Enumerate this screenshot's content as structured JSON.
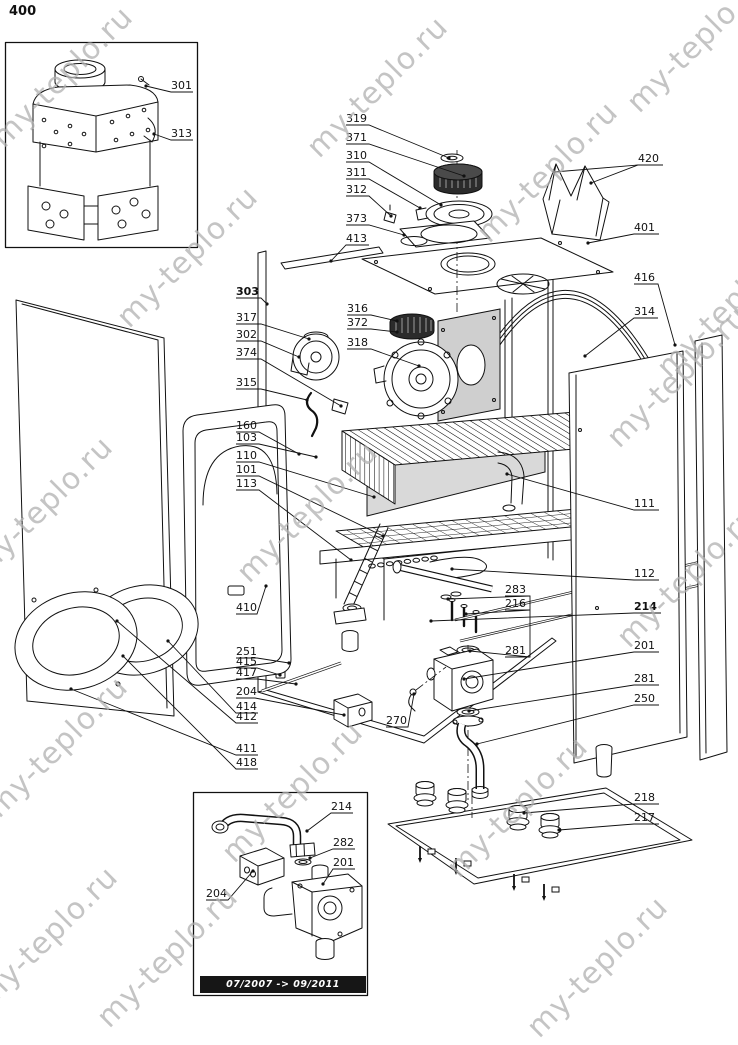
{
  "page_number": "400",
  "watermark_text": "my-teplo.ru",
  "watermark_color": "#b1b1b1",
  "date_range": "07/2007 -> 09/2011",
  "part_labels": [
    "301",
    "313",
    "319",
    "371",
    "310",
    "311",
    "312",
    "373",
    "413",
    "303",
    "317",
    "302",
    "374",
    "315",
    "316",
    "372",
    "318",
    "160",
    "103",
    "110",
    "101",
    "113",
    "410",
    "111",
    "112",
    "214",
    "201",
    "281",
    "250",
    "420",
    "401",
    "416",
    "314",
    "283",
    "216",
    "281",
    "251",
    "415",
    "417",
    "204",
    "414",
    "412",
    "411",
    "418",
    "270",
    "218",
    "217",
    "214",
    "282",
    "201",
    "204"
  ]
}
